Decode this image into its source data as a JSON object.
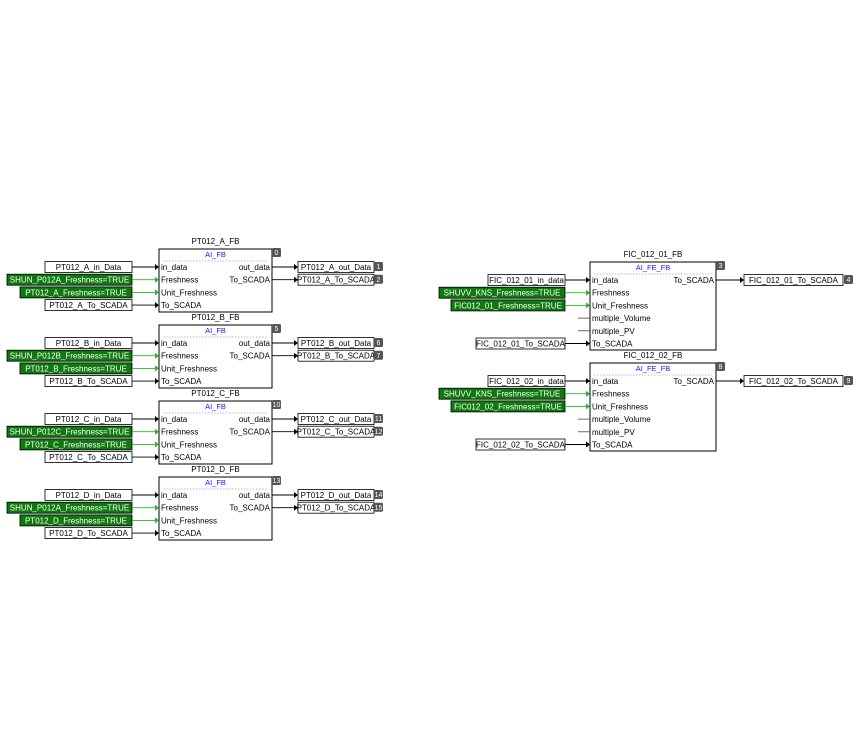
{
  "colors": {
    "green_fill": "#0e7a0e",
    "green_wire": "#2bb52b",
    "type_text": "#1a1aff",
    "black": "#000000",
    "badge": "#555555"
  },
  "ai_blocks": [
    {
      "title": "PT012_A_FB",
      "type": "AI_FB",
      "id": "0",
      "inputs": [
        {
          "label": "PT012_A_in_Data",
          "style": "plain"
        },
        {
          "label": "SHUN_P012A_Freshness=TRUE",
          "style": "green"
        },
        {
          "label": "PT012_A_Freshness=TRUE",
          "style": "green"
        },
        {
          "label": "PT012_A_To_SCADA",
          "style": "plain"
        }
      ],
      "pins": [
        "in_data",
        "Freshness",
        "Unit_Freshness",
        "To_SCADA"
      ],
      "out_pins": [
        "out_data",
        "To_SCADA"
      ],
      "outputs": [
        {
          "label": "PT012_A_out_Data",
          "id": "1"
        },
        {
          "label": "PT012_A_To_SCADA",
          "id": "2"
        }
      ]
    },
    {
      "title": "PT012_B_FB",
      "type": "AI_FB",
      "id": "5",
      "inputs": [
        {
          "label": "PT012_B_in_Data",
          "style": "plain"
        },
        {
          "label": "SHUN_P012B_Freshness=TRUE",
          "style": "green"
        },
        {
          "label": "PT012_B_Freshness=TRUE",
          "style": "green"
        },
        {
          "label": "PT012_B_To_SCADA",
          "style": "plain"
        }
      ],
      "pins": [
        "in_data",
        "Freshness",
        "Unit_Freshness",
        "To_SCADA"
      ],
      "out_pins": [
        "out_data",
        "To_SCADA"
      ],
      "outputs": [
        {
          "label": "PT012_B_out_Data",
          "id": "6"
        },
        {
          "label": "PT012_B_To_SCADA",
          "id": "7"
        }
      ]
    },
    {
      "title": "PT012_C_FB",
      "type": "AI_FB",
      "id": "10",
      "inputs": [
        {
          "label": "PT012_C_in_Data",
          "style": "plain"
        },
        {
          "label": "SHUN_P012C_Freshness=TRUE",
          "style": "green"
        },
        {
          "label": "PT012_C_Freshness=TRUE",
          "style": "green"
        },
        {
          "label": "PT012_C_To_SCADA",
          "style": "plain"
        }
      ],
      "pins": [
        "in_data",
        "Freshness",
        "Unit_Freshness",
        "To_SCADA"
      ],
      "out_pins": [
        "out_data",
        "To_SCADA"
      ],
      "outputs": [
        {
          "label": "PT012_C_out_Data",
          "id": "11"
        },
        {
          "label": "PT012_C_To_SCADA",
          "id": "12"
        }
      ]
    },
    {
      "title": "PT012_D_FB",
      "type": "AI_FB",
      "id": "13",
      "inputs": [
        {
          "label": "PT012_D_in_Data",
          "style": "plain"
        },
        {
          "label": "SHUN_P012A_Freshness=TRUE",
          "style": "green"
        },
        {
          "label": "PT012_D_Freshness=TRUE",
          "style": "green"
        },
        {
          "label": "PT012_D_To_SCADA",
          "style": "plain"
        }
      ],
      "pins": [
        "in_data",
        "Freshness",
        "Unit_Freshness",
        "To_SCADA"
      ],
      "out_pins": [
        "out_data",
        "To_SCADA"
      ],
      "outputs": [
        {
          "label": "PT012_D_out_Data",
          "id": "14"
        },
        {
          "label": "PT012_D_To_SCADA",
          "id": "15"
        }
      ]
    }
  ],
  "fe_blocks": [
    {
      "title": "FIC_012_01_FB",
      "type": "AI_FE_FB",
      "id": "3",
      "inputs": [
        {
          "label": "FIC_012_01_in_data",
          "style": "plain",
          "pin": 0
        },
        {
          "label": "SHUVV_KNS_Freshness=TRUE",
          "style": "green",
          "pin": 1
        },
        {
          "label": "FIC012_01_Freshness=TRUE",
          "style": "green",
          "pin": 2
        },
        {
          "label": "FIC_012_01_To_SCADA",
          "style": "plain",
          "pin": 5
        }
      ],
      "pins": [
        "in_data",
        "Freshness",
        "Unit_Freshness",
        "multiple_Volume",
        "multiple_PV",
        "To_SCADA"
      ],
      "out_pins": [
        "To_SCADA"
      ],
      "outputs": [
        {
          "label": "FIC_012_01_To_SCADA",
          "id": "4"
        }
      ]
    },
    {
      "title": "FIC_012_02_FB",
      "type": "AI_FE_FB",
      "id": "8",
      "inputs": [
        {
          "label": "FIC_012_02_in_data",
          "style": "plain",
          "pin": 0
        },
        {
          "label": "SHUVV_KNS_Freshness=TRUE",
          "style": "green",
          "pin": 1
        },
        {
          "label": "FIC012_02_Freshness=TRUE",
          "style": "green",
          "pin": 2
        },
        {
          "label": "FIC_012_02_To_SCADA",
          "style": "plain",
          "pin": 5
        }
      ],
      "pins": [
        "in_data",
        "Freshness",
        "Unit_Freshness",
        "multiple_Volume",
        "multiple_PV",
        "To_SCADA"
      ],
      "out_pins": [
        "To_SCADA"
      ],
      "outputs": [
        {
          "label": "FIC_012_02_To_SCADA",
          "id": "9"
        }
      ]
    }
  ]
}
